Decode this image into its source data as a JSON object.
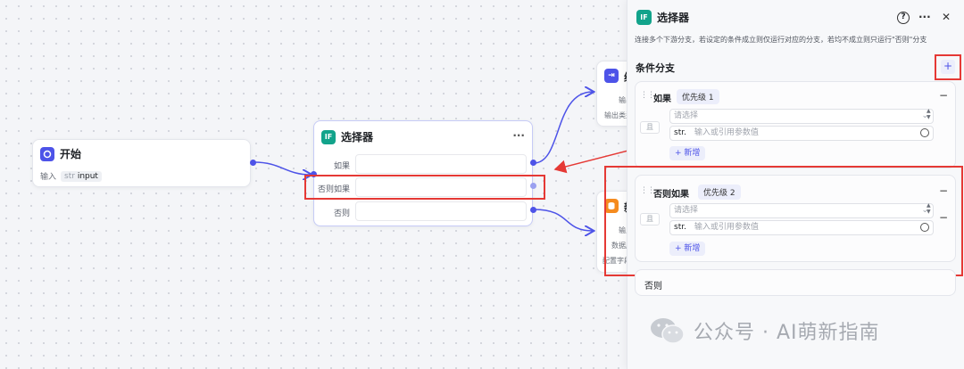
{
  "start_node": {
    "title": "开始",
    "input_label": "输入",
    "input_type": "str",
    "input_name": "input"
  },
  "selector_node": {
    "icon_text": "IF",
    "title": "选择器",
    "more": "···",
    "rows": [
      {
        "label": "如果"
      },
      {
        "label": "否则如果"
      },
      {
        "label": "否则"
      }
    ]
  },
  "right_nodes": {
    "top": {
      "title": "编",
      "line1": "输出",
      "line2": "输出类型"
    },
    "bottom": {
      "title": "新",
      "line1": "输入",
      "line2": "数据库",
      "line3": "配置字段"
    }
  },
  "panel": {
    "icon_text": "IF",
    "title": "选择器",
    "help": "?",
    "more": "···",
    "close": "✕",
    "description": "连接多个下游分支，若设定的条件成立则仅运行对应的分支，若均不成立则只运行\"否则\"分支",
    "section_title": "条件分支",
    "add_icon": "+",
    "branches": [
      {
        "title": "如果",
        "priority": "优先级 1",
        "logic": "且",
        "select_placeholder": "请选择",
        "type_tag": "str.",
        "value_placeholder": "输入或引用参数值",
        "add_label": "+ 新增",
        "remove": "−"
      },
      {
        "title": "否则如果",
        "priority": "优先级 2",
        "logic": "且",
        "select_placeholder": "请选择",
        "type_tag": "str.",
        "value_placeholder": "输入或引用参数值",
        "add_label": "+ 新增",
        "remove": "−"
      }
    ],
    "else_label": "否则"
  },
  "watermark": {
    "text": "公众号 · AI萌新指南"
  },
  "colors": {
    "accent": "#4d53e8",
    "teal": "#12a38b",
    "orange": "#f58b1f",
    "highlight": "#e53935"
  }
}
